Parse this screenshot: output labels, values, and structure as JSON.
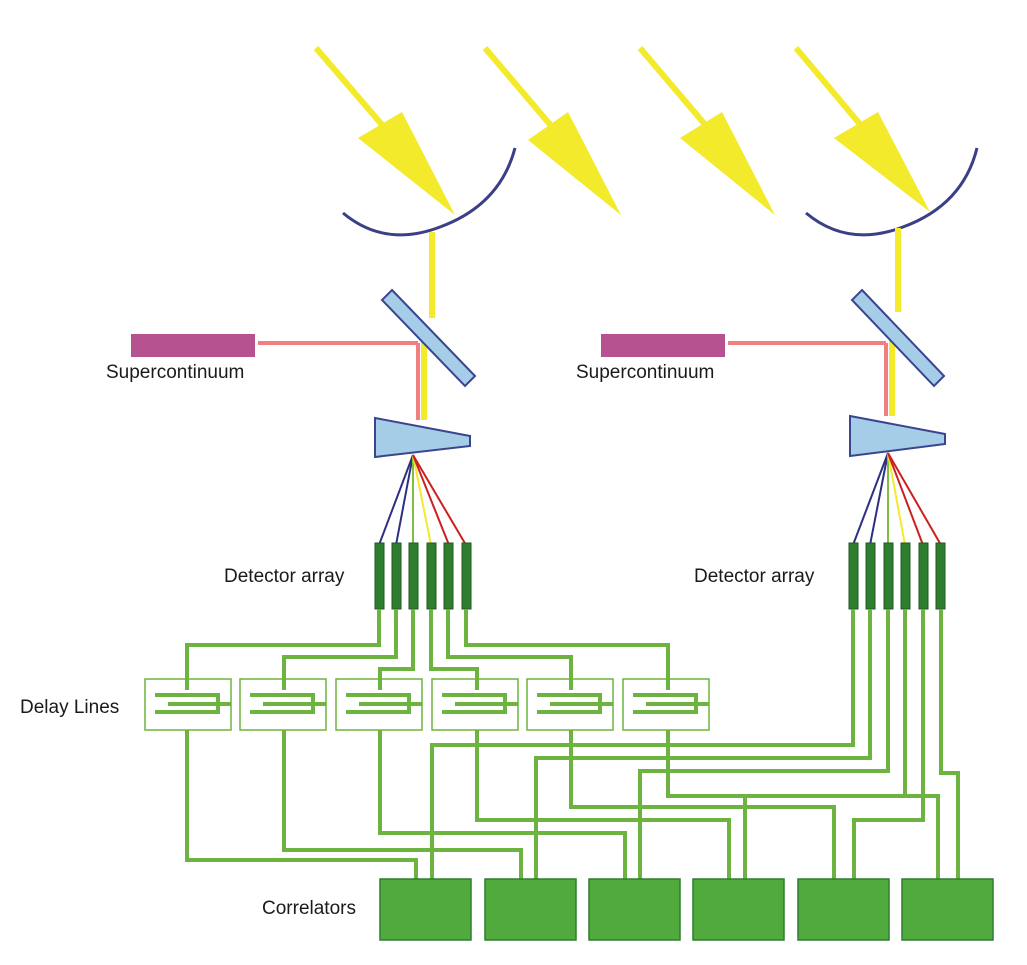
{
  "labels": {
    "source_left": "Supercontinuum",
    "source_right": "Supercontinuum",
    "detector_left": "Detector array",
    "detector_right": "Detector array",
    "delay_lines": "Delay Lines",
    "correlators": "Correlators"
  },
  "colors": {
    "starlight": "#f2ea2a",
    "telescope_mirror": "#3a3f86",
    "laser_source": "#b5528f",
    "laser_beam": "#f08080",
    "optic_fill": "#a6cde8",
    "detector": "#2f7d2f",
    "correlator": "#50aa3e",
    "wiring": "#6db33f",
    "spectral_blue": "#2d2f80",
    "spectral_green": "#7fbf3f",
    "spectral_yellow": "#f2ea2a",
    "spectral_red": "#cc2020"
  }
}
